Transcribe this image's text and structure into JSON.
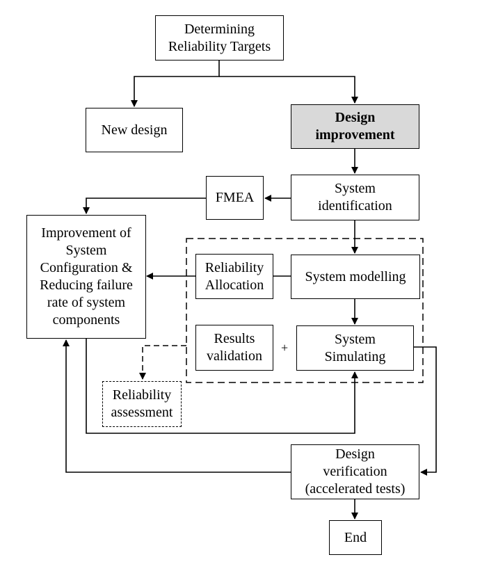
{
  "boxes": {
    "reliability_targets": "Determining\nReliability Targets",
    "new_design": "New design",
    "design_improvement": "Design\nimprovement",
    "fmea": "FMEA",
    "system_identification": "System\nidentification",
    "improvement_config": "Improvement of\nSystem\nConfiguration &\nReducing failure\nrate of system\ncomponents",
    "reliability_allocation": "Reliability\nAllocation",
    "system_modelling": "System modelling",
    "results_validation": "Results\nvalidation",
    "system_simulating": "System\nSimulating",
    "reliability_assessment": "Reliability\nassessment",
    "design_verification": "Design\nverification\n(accelerated tests)",
    "end": "End"
  },
  "plus_sign": "+"
}
